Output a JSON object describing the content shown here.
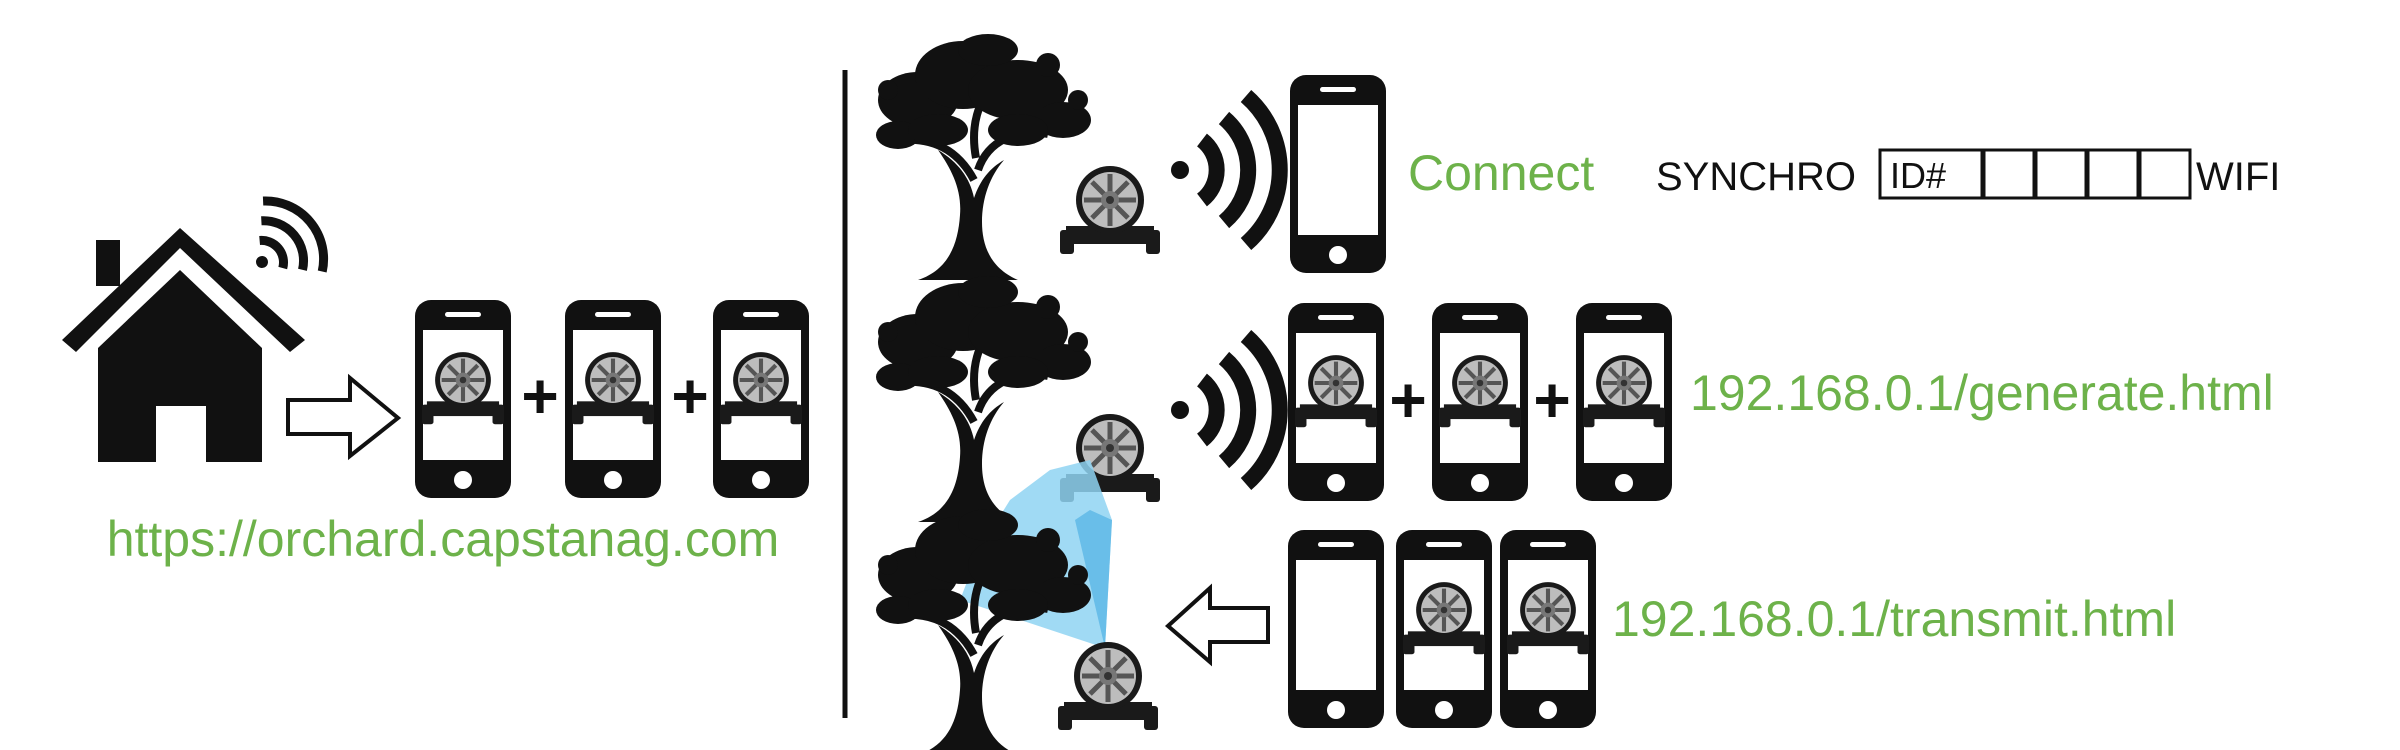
{
  "colors": {
    "ink": "#111111",
    "accent_green": "#6db24a",
    "spray_blue": "#8fd3f2"
  },
  "left_panel": {
    "url": "https://orchard.capstanag.com",
    "plus_1": "+",
    "plus_2": "+"
  },
  "steps": [
    {
      "label": "Connect",
      "synchro_prefix": "SYNCHRO",
      "id_box_label": "ID#",
      "synchro_suffix": "WIFI"
    },
    {
      "label": "192.168.0.1/generate.html",
      "plus_1": "+",
      "plus_2": "+"
    },
    {
      "label": "192.168.0.1/transmit.html"
    }
  ],
  "icons": [
    "house-icon",
    "wifi-icon",
    "arrow-icon",
    "phone-icon",
    "fan-unit-icon",
    "tree-icon",
    "spray-beam"
  ]
}
